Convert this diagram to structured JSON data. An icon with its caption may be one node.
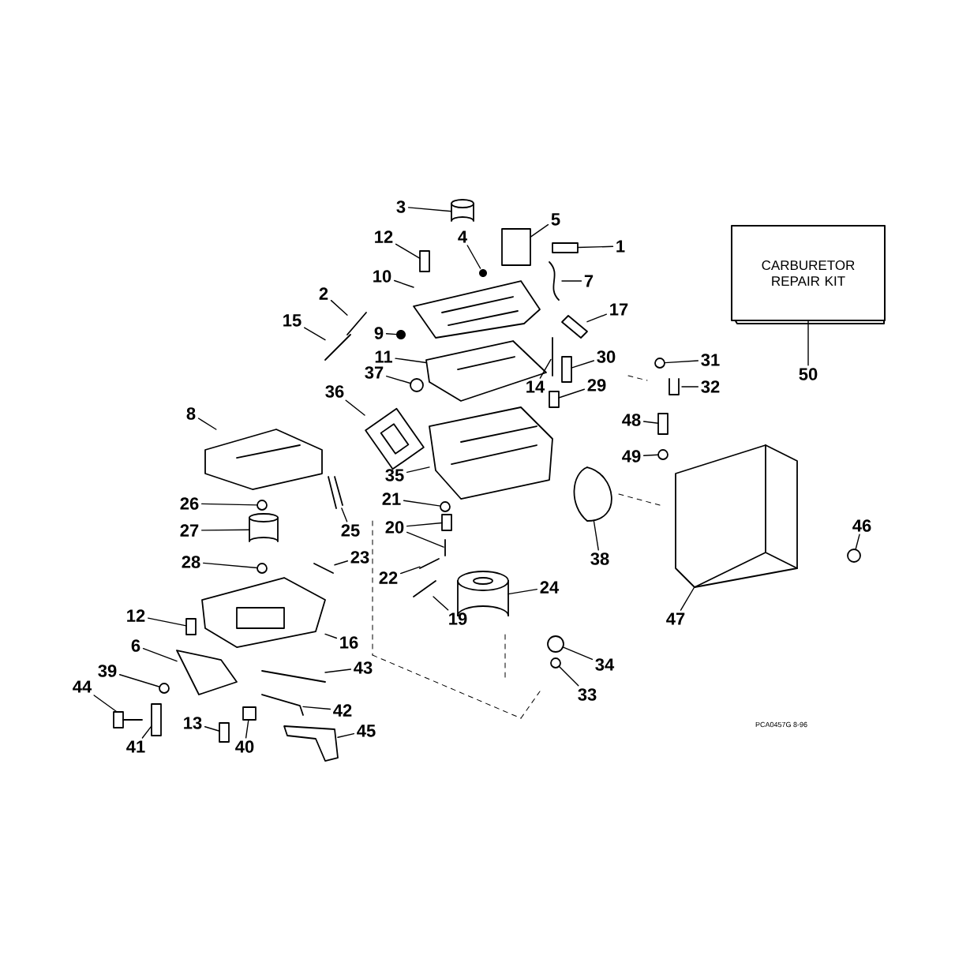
{
  "diagram": {
    "nodes": [
      {
        "text": [
          "3"
        ]
      },
      {
        "text": [
          "5"
        ]
      },
      {
        "text": [
          "CARBURETOR REPAIR KIT"
        ]
      },
      {
        "text": [
          "4"
        ]
      },
      {
        "text": [
          "12"
        ]
      },
      {
        "text": [
          "1"
        ]
      },
      {
        "text": [
          "10"
        ]
      },
      {
        "text": [
          "7"
        ]
      },
      {
        "text": [
          "2"
        ]
      },
      {
        "text": [
          "17"
        ]
      },
      {
        "text": [
          "15"
        ]
      },
      {
        "text": [
          "9"
        ]
      },
      {
        "text": [
          "11"
        ]
      },
      {
        "text": [
          "30"
        ]
      },
      {
        "text": [
          "31"
        ]
      },
      {
        "text": [
          "37"
        ]
      },
      {
        "text": [
          "50"
        ]
      },
      {
        "text": [
          "29"
        ]
      },
      {
        "text": [
          "14"
        ]
      },
      {
        "text": [
          "32"
        ]
      },
      {
        "text": [
          "36"
        ]
      },
      {
        "text": [
          "8"
        ]
      },
      {
        "text": [
          "48"
        ]
      },
      {
        "text": [
          "49"
        ]
      },
      {
        "text": [
          "35"
        ]
      },
      {
        "text": [
          "21"
        ]
      },
      {
        "text": [
          "26"
        ]
      },
      {
        "text": [
          "46"
        ]
      },
      {
        "text": [
          "20"
        ]
      },
      {
        "text": [
          "25"
        ]
      },
      {
        "text": [
          "27"
        ]
      },
      {
        "text": [
          "23"
        ]
      },
      {
        "text": [
          "38"
        ]
      },
      {
        "text": [
          "28"
        ]
      },
      {
        "text": [
          "22"
        ]
      },
      {
        "text": [
          "24"
        ]
      },
      {
        "text": [
          "12"
        ]
      },
      {
        "text": [
          "19"
        ]
      },
      {
        "text": [
          "47"
        ]
      },
      {
        "text": [
          "16"
        ]
      },
      {
        "text": [
          "6"
        ]
      },
      {
        "text": [
          "34"
        ]
      },
      {
        "text": [
          "43"
        ]
      },
      {
        "text": [
          "39"
        ]
      },
      {
        "text": [
          "44"
        ]
      },
      {
        "text": [
          "33"
        ]
      },
      {
        "text": [
          "42"
        ]
      },
      {
        "text": [
          "13"
        ]
      },
      {
        "text": [
          "45"
        ]
      },
      {
        "text": [
          "40"
        ]
      },
      {
        "text": [
          "41"
        ]
      },
      {
        "text": [],
        "shape": "cylinder"
      },
      {
        "text": [],
        "shape": "box"
      },
      {
        "text": [],
        "shape": "picture"
      },
      {
        "text": [],
        "shape": "box"
      },
      {
        "text": [],
        "shape": "box"
      },
      {
        "text": [],
        "shape": "picture"
      },
      {
        "text": [],
        "shape": "picture"
      },
      {
        "text": [],
        "shape": "picture"
      },
      {
        "text": [],
        "shape": "picture"
      },
      {
        "text": [],
        "shape": "picture"
      },
      {
        "text": [],
        "shape": "picture"
      },
      {
        "text": [],
        "shape": "picture"
      },
      {
        "text": [],
        "shape": "box"
      },
      {
        "text": [],
        "shape": "circle"
      },
      {
        "text": [],
        "shape": "circle"
      },
      {
        "text": [],
        "shape": "box"
      },
      {
        "text": [],
        "shape": "picture"
      },
      {
        "text": [],
        "shape": "picture"
      },
      {
        "text": [],
        "shape": "picture"
      },
      {
        "text": [],
        "shape": "picture"
      },
      {
        "text": [],
        "shape": "box"
      },
      {
        "text": [],
        "shape": "circle"
      },
      {
        "text": [],
        "shape": "picture"
      },
      {
        "text": [],
        "shape": "circle"
      },
      {
        "text": [],
        "shape": "circle"
      },
      {
        "text": [],
        "shape": "circle"
      },
      {
        "text": [],
        "shape": "box"
      },
      {
        "text": [],
        "shape": "picture"
      },
      {
        "text": [],
        "shape": "picture"
      },
      {
        "text": [],
        "shape": "cylinder"
      },
      {
        "text": [],
        "shape": "picture"
      },
      {
        "text": [],
        "shape": "picture"
      },
      {
        "text": [],
        "shape": "circle"
      },
      {
        "text": [],
        "shape": "picture"
      },
      {
        "text": [],
        "shape": "picture"
      },
      {
        "text": [],
        "shape": "box"
      },
      {
        "text": [],
        "shape": "picture"
      },
      {
        "text": [],
        "shape": "picture"
      },
      {
        "text": [],
        "shape": "picture"
      },
      {
        "text": [],
        "shape": "picture"
      },
      {
        "text": [],
        "shape": "circle"
      },
      {
        "text": [],
        "shape": "picture"
      },
      {
        "text": [],
        "shape": "circle"
      },
      {
        "text": [],
        "shape": "picture"
      },
      {
        "text": [],
        "shape": "circle"
      },
      {
        "text": [],
        "shape": "picture"
      },
      {
        "text": [],
        "shape": "box"
      },
      {
        "text": [],
        "shape": "picture"
      },
      {
        "text": [],
        "shape": "box"
      },
      {
        "text": [],
        "shape": "box"
      }
    ],
    "edges": [
      {
        "from": 0,
        "to": 51,
        "arrow": "none"
      },
      {
        "from": 1,
        "to": 52,
        "arrow": "none"
      },
      {
        "from": 3,
        "to": 53,
        "arrow": "none"
      },
      {
        "from": 4,
        "to": 54,
        "arrow": "none"
      },
      {
        "from": 5,
        "to": 55,
        "arrow": "none"
      },
      {
        "from": 6,
        "to": 56,
        "arrow": "none"
      },
      {
        "from": 7,
        "to": 57,
        "arrow": "none"
      },
      {
        "from": 8,
        "to": 58,
        "arrow": "none"
      },
      {
        "from": 9,
        "to": 59,
        "arrow": "none"
      },
      {
        "from": 10,
        "to": 60,
        "arrow": "none"
      },
      {
        "from": 11,
        "to": 61,
        "arrow": "none"
      },
      {
        "from": 12,
        "to": 62,
        "arrow": "none"
      },
      {
        "from": 13,
        "to": 63,
        "arrow": "none"
      },
      {
        "from": 14,
        "to": 64,
        "arrow": "none"
      },
      {
        "from": 15,
        "to": 65,
        "arrow": "none"
      },
      {
        "from": 16,
        "to": 2,
        "arrow": "none"
      },
      {
        "from": 17,
        "to": 66,
        "arrow": "none"
      },
      {
        "from": 18,
        "to": 67,
        "arrow": "none"
      },
      {
        "from": 19,
        "to": 68,
        "arrow": "none"
      },
      {
        "from": 20,
        "to": 69,
        "arrow": "none"
      },
      {
        "from": 21,
        "to": 70,
        "arrow": "none"
      },
      {
        "from": 22,
        "to": 71,
        "arrow": "none"
      },
      {
        "from": 23,
        "to": 72,
        "arrow": "none"
      },
      {
        "from": 24,
        "to": 73,
        "arrow": "none"
      },
      {
        "from": 25,
        "to": 74,
        "arrow": "none"
      },
      {
        "from": 26,
        "to": 75,
        "arrow": "none"
      },
      {
        "from": 27,
        "to": 76,
        "arrow": "none"
      },
      {
        "from": 28,
        "to": 77,
        "arrow": "none"
      },
      {
        "from": 28,
        "to": 78,
        "arrow": "none"
      },
      {
        "from": 29,
        "to": 79,
        "arrow": "none"
      },
      {
        "from": 30,
        "to": 80,
        "arrow": "none"
      },
      {
        "from": 31,
        "to": 81,
        "arrow": "none"
      },
      {
        "from": 32,
        "to": 82,
        "arrow": "none"
      },
      {
        "from": 33,
        "to": 83,
        "arrow": "none"
      },
      {
        "from": 34,
        "to": 84,
        "arrow": "none"
      },
      {
        "from": 35,
        "to": 85,
        "arrow": "none"
      },
      {
        "from": 36,
        "to": 86,
        "arrow": "none"
      },
      {
        "from": 37,
        "to": 87,
        "arrow": "none"
      },
      {
        "from": 38,
        "to": 88,
        "arrow": "none"
      },
      {
        "from": 39,
        "to": 89,
        "arrow": "none"
      },
      {
        "from": 40,
        "to": 90,
        "arrow": "none"
      },
      {
        "from": 41,
        "to": 91,
        "arrow": "none"
      },
      {
        "from": 42,
        "to": 92,
        "arrow": "none"
      },
      {
        "from": 43,
        "to": 93,
        "arrow": "none"
      },
      {
        "from": 44,
        "to": 94,
        "arrow": "none"
      },
      {
        "from": 45,
        "to": 95,
        "arrow": "none"
      },
      {
        "from": 46,
        "to": 96,
        "arrow": "none"
      },
      {
        "from": 47,
        "to": 97,
        "arrow": "none"
      },
      {
        "from": 48,
        "to": 98,
        "arrow": "none"
      },
      {
        "from": 49,
        "to": 99,
        "arrow": "none"
      },
      {
        "from": 50,
        "to": 100,
        "arrow": "none"
      }
    ],
    "labels": [
      "PCA0457G 8-96"
    ]
  }
}
